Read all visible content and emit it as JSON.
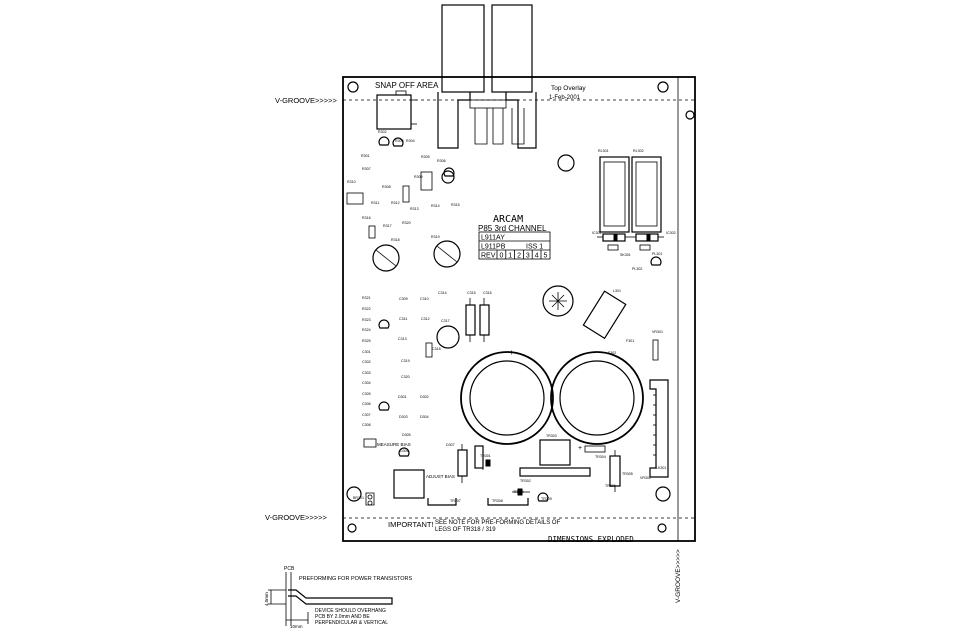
{
  "labels": {
    "snap_off": "SNAP OFF AREA",
    "v_groove_top": "V-GROOVE>>>>>",
    "v_groove_bottom": "V-GROOVE>>>>>",
    "v_groove_side": "V-GROOVE>>>>>",
    "top_overlay": "Top Overlay",
    "date": "1-Feb-2001",
    "brand": "ARCAM",
    "product": "P85 3rd CHANNEL",
    "part_a": "L911AY",
    "part_b": "L911PB",
    "iss": "ISS 1",
    "rev": "REV",
    "rev_numbers": [
      "0",
      "1",
      "2",
      "3",
      "4",
      "5"
    ],
    "important": "IMPORTANT!",
    "note_line1": "SEE NOTE FOR PRE-FORMING DETAILS OF",
    "note_line2": "LEGS OF TR318 / 319",
    "dimensions": "DIMENSIONS EXPLODED",
    "measure": "MEASURE BIAS",
    "adjust": "ADJUST BIAS",
    "pcb": "PCB",
    "preforming": "PREFORMING FOR POWER TRANSISTORS",
    "device_note_1": "DEVICE SHOULD OVERHANG",
    "device_note_2": "PCB BY 2.0mm AND BE",
    "device_note_3": "PERPENDICULAR & VERTICAL",
    "dim_vertical": "4.0mm",
    "dim_horizontal": "10mm"
  },
  "refs": [
    "R301",
    "R302",
    "R303",
    "R304",
    "R305",
    "R306",
    "R307",
    "R308",
    "R309",
    "R310",
    "R311",
    "R312",
    "R313",
    "R314",
    "R315",
    "R316",
    "R317",
    "R318",
    "R319",
    "R320",
    "R321",
    "R322",
    "R323",
    "R324",
    "R325",
    "C301",
    "C302",
    "C303",
    "C304",
    "C305",
    "C306",
    "C307",
    "C308",
    "C309",
    "C310",
    "C311",
    "C312",
    "C313",
    "C314",
    "C315",
    "C316",
    "C317",
    "C318",
    "C319",
    "C320",
    "D301",
    "D302",
    "D303",
    "D304",
    "D305",
    "D306",
    "D307",
    "TR301",
    "TR302",
    "TR303",
    "TR304",
    "TR305",
    "TR306",
    "TR307",
    "TR308",
    "TR309",
    "TR310",
    "RL301",
    "RL302",
    "IC301",
    "IC302",
    "SK301",
    "PL301",
    "PL302",
    "L301",
    "F301",
    "F302",
    "VR301",
    "VR302",
    "LK301",
    "BR301"
  ]
}
